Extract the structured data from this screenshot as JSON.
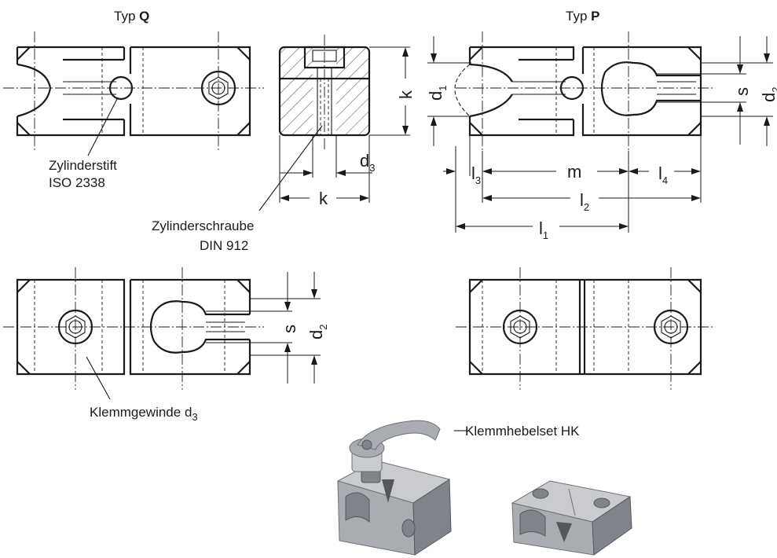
{
  "views": {
    "typ_q": {
      "prefix": "Typ ",
      "letter": "Q"
    },
    "typ_p": {
      "prefix": "Typ ",
      "letter": "P"
    }
  },
  "callouts": {
    "zylinderstift_line1": "Zylinderstift",
    "zylinderstift_line2": "ISO 2338",
    "zylinderschraube_line1": "Zylinderschraube",
    "zylinderschraube_line2": "DIN 912",
    "klemmgewinde": "Klemmgewinde d",
    "klemmgewinde_sub": "3",
    "klemmhebelset": "Klemmhebelset HK"
  },
  "dimensions": {
    "k": "k",
    "d": "d",
    "s": "s",
    "m": "m",
    "l": "l",
    "sub_1": "1",
    "sub_2": "2",
    "sub_3": "3",
    "sub_4": "4"
  },
  "colors": {
    "line": "#1a1a1a",
    "metal_light": "#c9cbce",
    "metal_dark": "#808389"
  }
}
